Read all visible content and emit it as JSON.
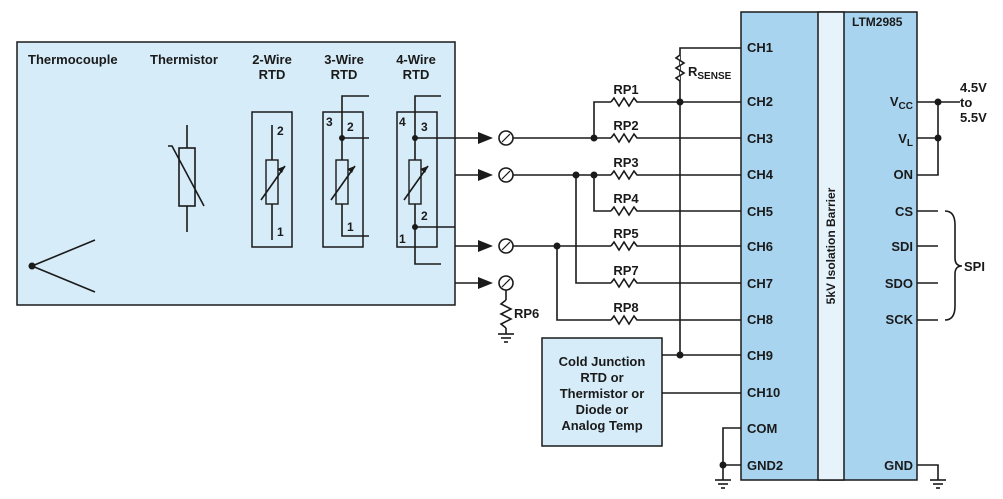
{
  "sensors": {
    "thermocouple": "Thermocouple",
    "thermistor": "Thermistor",
    "rtd2_line1": "2-Wire",
    "rtd2_line2": "RTD",
    "rtd3_line1": "3-Wire",
    "rtd3_line2": "RTD",
    "rtd4_line1": "4-Wire",
    "rtd4_line2": "RTD",
    "pin_1": "1",
    "pin_2": "2",
    "pin_3": "3",
    "pin_4": "4"
  },
  "resistors": {
    "rsense_main": "R",
    "rsense_sub": "SENSE",
    "rp1": "RP1",
    "rp2": "RP2",
    "rp3": "RP3",
    "rp4": "RP4",
    "rp5": "RP5",
    "rp6": "RP6",
    "rp7": "RP7",
    "rp8": "RP8"
  },
  "channels": [
    "CH1",
    "CH2",
    "CH3",
    "CH4",
    "CH5",
    "CH6",
    "CH7",
    "CH8",
    "CH9",
    "CH10",
    "COM",
    "GND2"
  ],
  "cold_junction": [
    "Cold Junction",
    "RTD or",
    "Thermistor or",
    "Diode or",
    "Analog Temp"
  ],
  "barrier": "5kV Isolation Barrier",
  "chip": {
    "name": "LTM2985",
    "vcc_main": "V",
    "vcc_sub": "CC",
    "vl_main": "V",
    "vl_sub": "L",
    "on": "ON",
    "cs": "CS",
    "sdi": "SDI",
    "sdo": "SDO",
    "sck": "SCK",
    "gnd": "GND"
  },
  "supply": [
    "4.5V",
    "to",
    "5.5V"
  ],
  "spi": "SPI",
  "colors": {
    "panel": "#d6ecf8",
    "chip": "#a9d4ef",
    "line": "#1a1a1a"
  }
}
